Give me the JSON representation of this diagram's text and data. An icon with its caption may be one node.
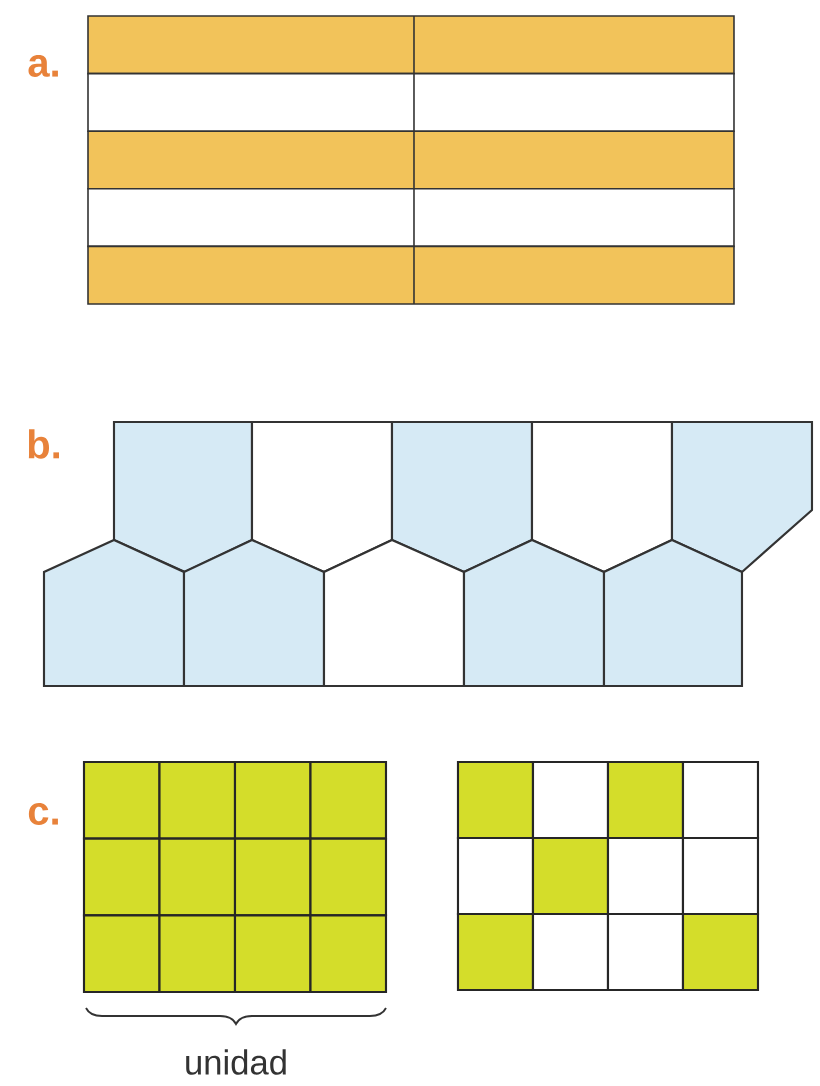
{
  "diagram": {
    "labels": [
      "a.",
      "b.",
      "c.",
      "unidad"
    ]
  }
}
